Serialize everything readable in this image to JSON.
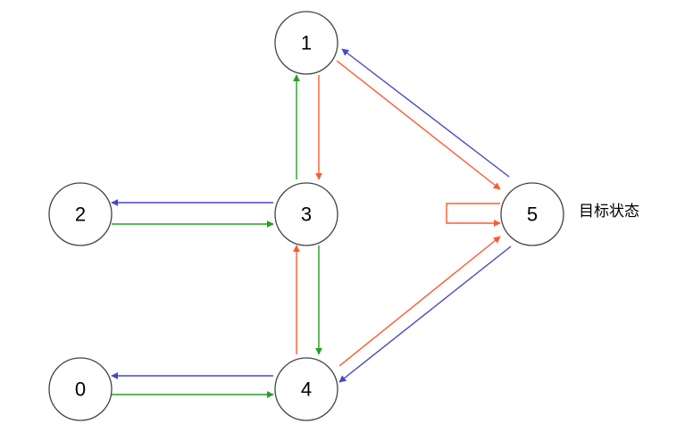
{
  "colors": {
    "red": "#ff5a2e",
    "green": "#22a022",
    "blue": "#4747c8"
  },
  "nodes": [
    {
      "id": "0",
      "label": "0"
    },
    {
      "id": "1",
      "label": "1"
    },
    {
      "id": "2",
      "label": "2"
    },
    {
      "id": "3",
      "label": "3"
    },
    {
      "id": "4",
      "label": "4"
    },
    {
      "id": "5",
      "label": "5"
    }
  ],
  "edges": [
    {
      "from": "1",
      "to": "3",
      "color": "red"
    },
    {
      "from": "3",
      "to": "1",
      "color": "green"
    },
    {
      "from": "1",
      "to": "5",
      "color": "red"
    },
    {
      "from": "5",
      "to": "1",
      "color": "blue"
    },
    {
      "from": "3",
      "to": "2",
      "color": "blue"
    },
    {
      "from": "2",
      "to": "3",
      "color": "green"
    },
    {
      "from": "3",
      "to": "4",
      "color": "green"
    },
    {
      "from": "4",
      "to": "3",
      "color": "red"
    },
    {
      "from": "4",
      "to": "0",
      "color": "blue"
    },
    {
      "from": "0",
      "to": "4",
      "color": "green"
    },
    {
      "from": "4",
      "to": "5",
      "color": "red"
    },
    {
      "from": "5",
      "to": "4",
      "color": "blue"
    },
    {
      "from": "5",
      "to": "5",
      "color": "red"
    }
  ],
  "goal_label": "目标状态"
}
